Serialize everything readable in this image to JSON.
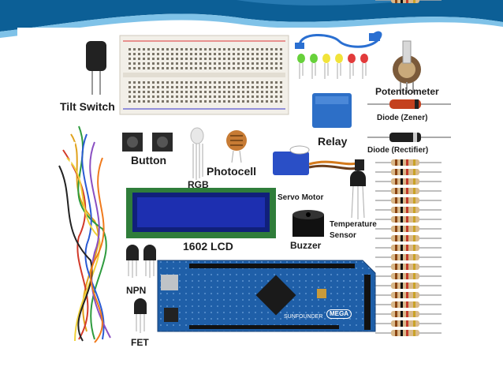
{
  "colors": {
    "slide_top": "#0c5f96",
    "slide_wave": "#7fc2e8",
    "board_blue": "#1f5fa8",
    "lcd_green": "#2f7d3a",
    "lcd_screen": "#1d2fb0",
    "relay_blue": "#2d6fc7"
  },
  "labels": {
    "tilt_switch": "Tilt Switch",
    "button": "Button",
    "rgb": "RGB",
    "photocell": "Photocell",
    "relay": "Relay",
    "potentiometer": "Potentiometer",
    "diode_zener": "Diode (Zener)",
    "diode_rectifier": "Diode (Rectifier)",
    "servo_motor": "Servo Motor",
    "temperature": "Temperature",
    "sensor": "Sensor",
    "lcd": "1602 LCD",
    "buzzer": "Buzzer",
    "npn": "NPN",
    "fet": "FET"
  },
  "board": {
    "brand": "SUNFOUNDER",
    "model": "MEGA"
  },
  "icons": [
    "tilt-switch-icon",
    "breadboard-icon",
    "usb-cable-icon",
    "led-icon",
    "potentiometer-icon",
    "relay-icon",
    "diode-icon",
    "button-icon",
    "rgb-led-icon",
    "photocell-icon",
    "servo-icon",
    "lcd-icon",
    "buzzer-icon",
    "transistor-icon",
    "resistor-icon",
    "jumper-wires-icon",
    "arduino-mega-icon"
  ]
}
